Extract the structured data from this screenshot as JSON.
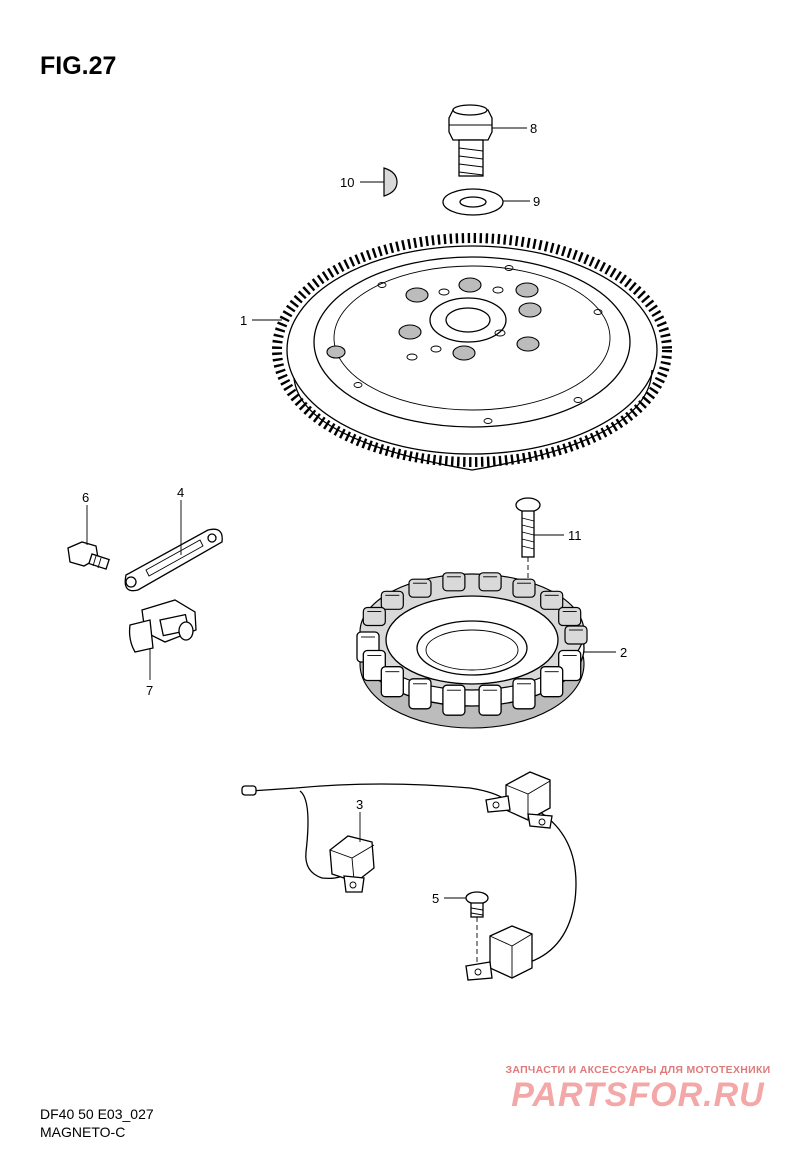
{
  "figure": {
    "title": "FIG.27"
  },
  "callouts": {
    "c1": "1",
    "c2": "2",
    "c3": "3",
    "c4": "4",
    "c5": "5",
    "c6": "6",
    "c7": "7",
    "c8": "8",
    "c9": "9",
    "c10": "10",
    "c11": "11"
  },
  "footer": {
    "model": "DF40 50 E03_027",
    "section": "MAGNETO-C"
  },
  "watermark": {
    "tagline": "ЗАПЧАСТИ И АКСЕССУАРЫ ДЛЯ МОТОТЕХНИКИ",
    "logo_text": "PARTSFOR.RU"
  }
}
